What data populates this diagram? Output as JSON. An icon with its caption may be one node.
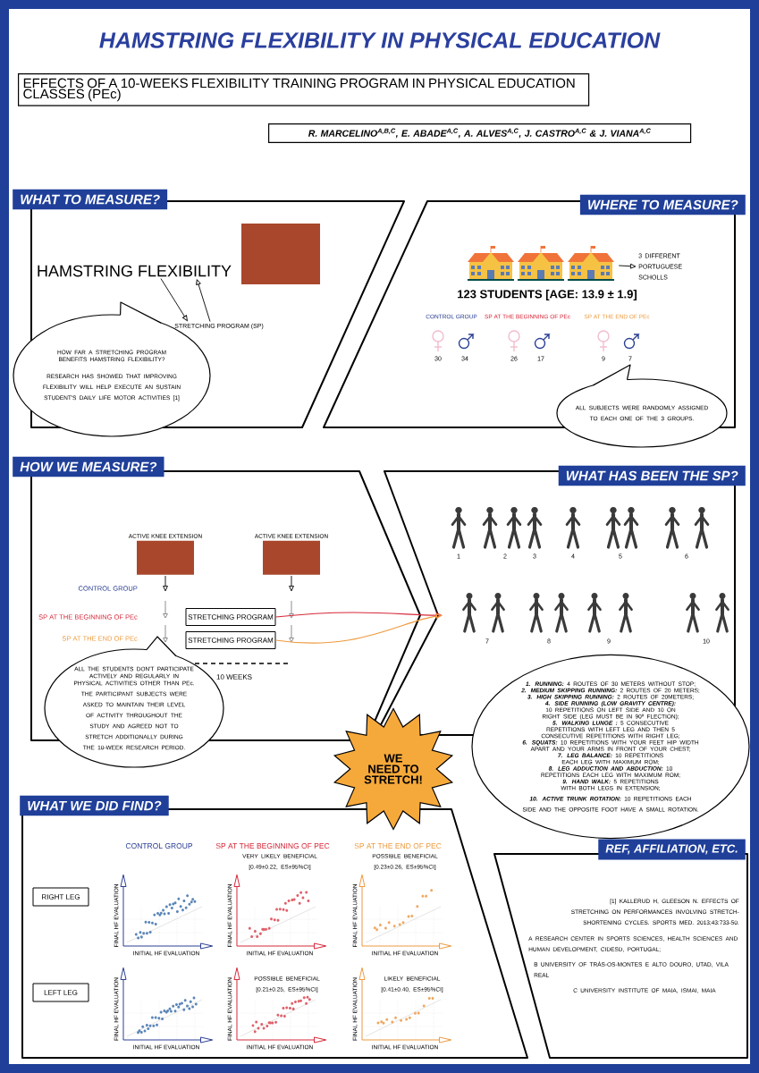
{
  "diagram": {
    "title": "HAMSTRING FLEXIBILITY IN PHYSICAL EDUCATION",
    "nodes": [
      {
        "text": [
          "EFFECTS OF A 10-WEEKS FLEXIBILITY TRAINING PROGRAM IN PHYSICAL EDUCATION CLASSES (PEc)"
        ]
      },
      {
        "text": [
          "R. MARCELINO$^{A,B,C}$, E. ABADE$^{A,C}$, A. ALVES$^{A,C}$, J. CASTRO$^{A,C}$ & J. VIANA$^{A,C}$"
        ]
      },
      {
        "text": [
          "WHAT TO MEASURE?"
        ]
      },
      {
        "text": [
          "HAMSTRING FLEXIBILITY"
        ]
      },
      {
        "text": [
          "STRETCHING PROGRAM (SP)"
        ]
      },
      {
        "text": [
          "HOW FAR A STRETCHING PROGRAM BENEFITS HAMSTRING FLEXIBILITY?",
          "RESEARCH HAS SHOWED THAT IMPROVING FLEXIBILITY WILL HELP EXECUTE AN SUSTAIN STUDENT'S DAILY LIFE MOTOR ACTIVITIES [1]"
        ]
      },
      {
        "text": [
          "WHERE TO MEASURE?"
        ]
      },
      {
        "text": [],
        "shape": "picture"
      },
      {
        "text": [
          "3 DIFFERENT PORTUGUESE SCHOLLS"
        ]
      },
      {
        "text": [
          "ALL SUBJECTS WERE RANDOMLY ASSIGNED TO EACH ONE OF THE 3 GROUPS."
        ]
      },
      {
        "text": [
          "HOW WE MEASURE?"
        ]
      },
      {
        "text": [
          "ACTIVE KNEE EXTENSION"
        ]
      },
      {
        "text": [
          "ACTIVE KNEE EXTENSION"
        ]
      },
      {
        "text": [
          "STRETCHING PROGRAM"
        ]
      },
      {
        "text": [
          "STRETCHING PROGRAM"
        ]
      },
      {
        "text": [
          "ALL THE STUDENTS DON'T PARTICIPATE ACTIVELY AND REGULARLY IN PHYSICAL ACTIVITIES OTHER THAN PEc.",
          "THE PARTICIPANT SUBJECTS WERE ASKED TO MAINTAIN THEIR LEVEL OF ACTIVITY THROUGHOUT THE STUDY AND AGREED NOT TO STRETCH ADDITIONALLY DURING THE 10-WEEK RESEARCH PERIOD."
        ]
      },
      {
        "text": [
          "WHAT HAS BEEN THE SP?"
        ]
      },
      {
        "text": [],
        "shape": "picture"
      },
      {
        "text": [
          "1. RUNNING:",
          "4 ROUTES OF 30 METERS WITHOUT STOP;",
          "2. MEDIUM SKIPPING RUNNING:",
          "2 ROUTES OF 20 METERS;",
          "3. HIGH SKIPPING RUNNING:",
          "2 ROUTES OF 20METERS;",
          "4. SIDE RUNNING (LOW GRAVITY CENTRE):",
          "10 REPETITIONS ON LEFT SIDE AND 10 ON RIGHT SIDE (LEG MUST BE IN 90º FLECTION);",
          "5. WALKING LUNGE :",
          "5 CONSECUTIVE REPETITIONS WITH LEFT LEG AND THEN 5 CONSECUTIVE REPETITIONS WITH RIGHT LEG;",
          "6. SQUATS:",
          "10 REPETITIONS WITH YOUR FEET HIP WIDTH APART AND YOUR ARMS IN FRONT OF YOUR CHEST;",
          "7. LEG BALANCE:",
          "10 REPETITIONS EACH LEG WITH MAXIMUM ROM;",
          "8. LEG ADDUCTION AND ABDUCTION:",
          "10 REPETITIONS EACH LEG WITH MAXIMUM ROM;",
          "9. HAND WALK:",
          "5 REPETITIONS WITH BOTH LEGS IN EXTENSION;",
          "10. ACTIVE TRUNK ROTATION:",
          "10 REPETITIONS EACH SIDE AND THE OPPOSITE FOOT HAVE A SMALL ROTATION."
        ]
      },
      {
        "text": [
          "WE NEED TO STRETCH!"
        ]
      },
      {
        "text": [
          "WHAT WE DID FIND?"
        ]
      },
      {
        "text": [
          "RIGHT LEG"
        ]
      },
      {
        "text": [
          "LEFT LEG"
        ]
      },
      {
        "text": [
          "REF, AFFILIATION, ETC."
        ]
      }
    ],
    "edges": [
      {
        "from": 3,
        "to": 4,
        "arrow": "to"
      },
      {
        "from": 4,
        "to": 3,
        "arrow": "to"
      },
      {
        "from": 7,
        "to": 8,
        "arrow": "to"
      },
      {
        "from": 11,
        "to": null,
        "arrow": "to"
      },
      {
        "from": 12,
        "to": null,
        "arrow": "to"
      },
      {
        "from": 13,
        "to": 17,
        "arrow": "to",
        "color": "#d62839"
      },
      {
        "from": 14,
        "to": 17,
        "arrow": "to",
        "color": "#ee9a3e"
      }
    ],
    "labels": [
      "123 STUDENTS [AGE: 13.9 ± 1.9]",
      "CONTROL GROUP",
      "SP AT THE BEGINNING OF PEc",
      "SP AT THE END OF PEc",
      "30",
      "34",
      "26",
      "17",
      "9",
      "7",
      "CONTROL GROUP",
      "SP AT THE BEGINNING OF PEc",
      "SP AT THE END OF PEc",
      "10 WEEKS",
      "1",
      "2",
      "3",
      "4",
      "5",
      "6",
      "7",
      "8",
      "9",
      "10",
      "CONTROL GROUP",
      "SP AT THE BEGINNING OF PEC",
      "SP AT THE END OF PEC",
      "VERY LIKELY BENEFICIAL [0.49±0.22, ES±95%CI]",
      "POSSIBLE BENEFICIAL [0.23±0.26, ES±95%CI]",
      "FINAL HF EVALUATION",
      "INITIAL HF EVALUATION",
      "FINAL HF EVALUATION",
      "INITIAL HF EVALUATION",
      "FINAL HF EVALUATION",
      "INITIAL HF EVALUATION",
      "POSSIBLE BENEFICIAL [0.21±0.25, ES±95%CI]",
      "LIKELY BENEFICIAL [0.41±0.40, ES±95%CI]",
      "FINAL HF EVALUATION",
      "INITIAL HF EVALUATION",
      "FINAL HF EVALUATION",
      "INITIAL HF EVALUATION",
      "FINAL HF EVALUATION",
      "INITIAL HF EVALUATION",
      "[1] KALLERUD H, GLEESON N. EFFECTS OF STRETCHING ON PERFORMANCES INVOLVING STRETCH-SHORTENING CYCLES. SPORTS MED. 2013;43:733-50.",
      "A RESEARCH CENTER IN SPORTS SCIENCES, HEALTH SCIENCES AND HUMAN DEVELOPMENT, CIDESD, PORTUGAL;",
      "B UNIVERSITY OF TRÁS-OS-MONTES E ALTO DOURO, UTAD, VILA REAL",
      "C UNIVERSITY INSTITUTE OF MAIA, ISMAI, MAIA"
    ]
  }
}
